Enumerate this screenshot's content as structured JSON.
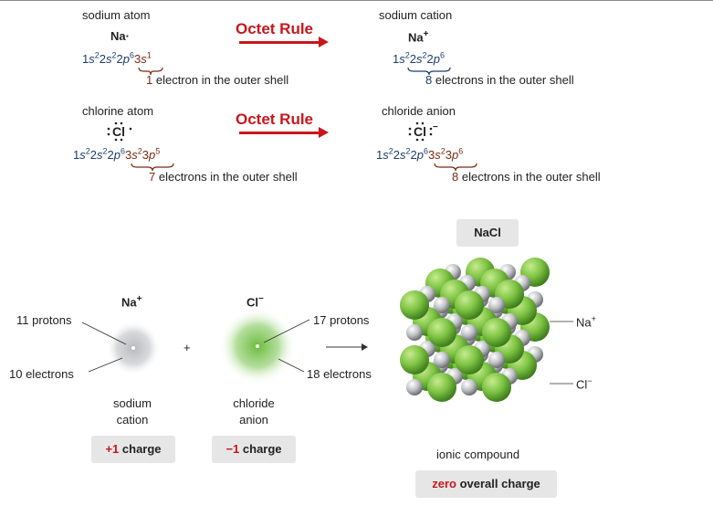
{
  "octet_rule": {
    "label": "Octet Rule"
  },
  "sodium_atom": {
    "title": "sodium atom",
    "symbol": "Na·",
    "config": {
      "base": [
        "1",
        "s",
        "2",
        "2",
        "s",
        "2",
        "2",
        "p",
        "6"
      ],
      "outer": [
        "3",
        "s",
        "1"
      ]
    },
    "note_num": "1",
    "note_text": " electron in the outer shell"
  },
  "sodium_cation": {
    "title": "sodium cation",
    "symbol": "Na",
    "charge": "+",
    "note_num": "8",
    "note_text": " electrons in the outer shell"
  },
  "chlorine_atom": {
    "title": "chlorine atom",
    "symbol": "Cl",
    "note_num": "7",
    "note_text": " electrons in the outer shell"
  },
  "chloride_anion": {
    "title": "chloride anion",
    "symbol": "Cl",
    "charge": "−",
    "note_num": "8",
    "note_text": " electrons in the outer shell"
  },
  "bottom": {
    "na_ion": {
      "symbol": "Na",
      "charge": "+",
      "protons": "11 protons",
      "electrons": "10 electrons",
      "name_line1": "sodium",
      "name_line2": "cation",
      "charge_value": "+1",
      "charge_word": " charge"
    },
    "plus_sign": "+",
    "cl_ion": {
      "symbol": "Cl",
      "charge": "−",
      "protons": "17 protons",
      "electrons": "18 electrons",
      "name_line1": "chloride",
      "name_line2": "anion",
      "charge_value": "−1",
      "charge_word": " charge"
    },
    "compound": {
      "formula": "NaCl",
      "na_label": "Na",
      "na_charge": "+",
      "cl_label": "Cl",
      "cl_charge": "−",
      "caption": "ionic compound",
      "zero_word": "zero",
      "overall_text": " overall charge"
    }
  },
  "colors": {
    "red": "#c8161d",
    "green_ion": "#7cc242",
    "grey_ion": "#c0c2c6",
    "config_blue": "#1d3c6e",
    "config_brown": "#7a2a14"
  }
}
